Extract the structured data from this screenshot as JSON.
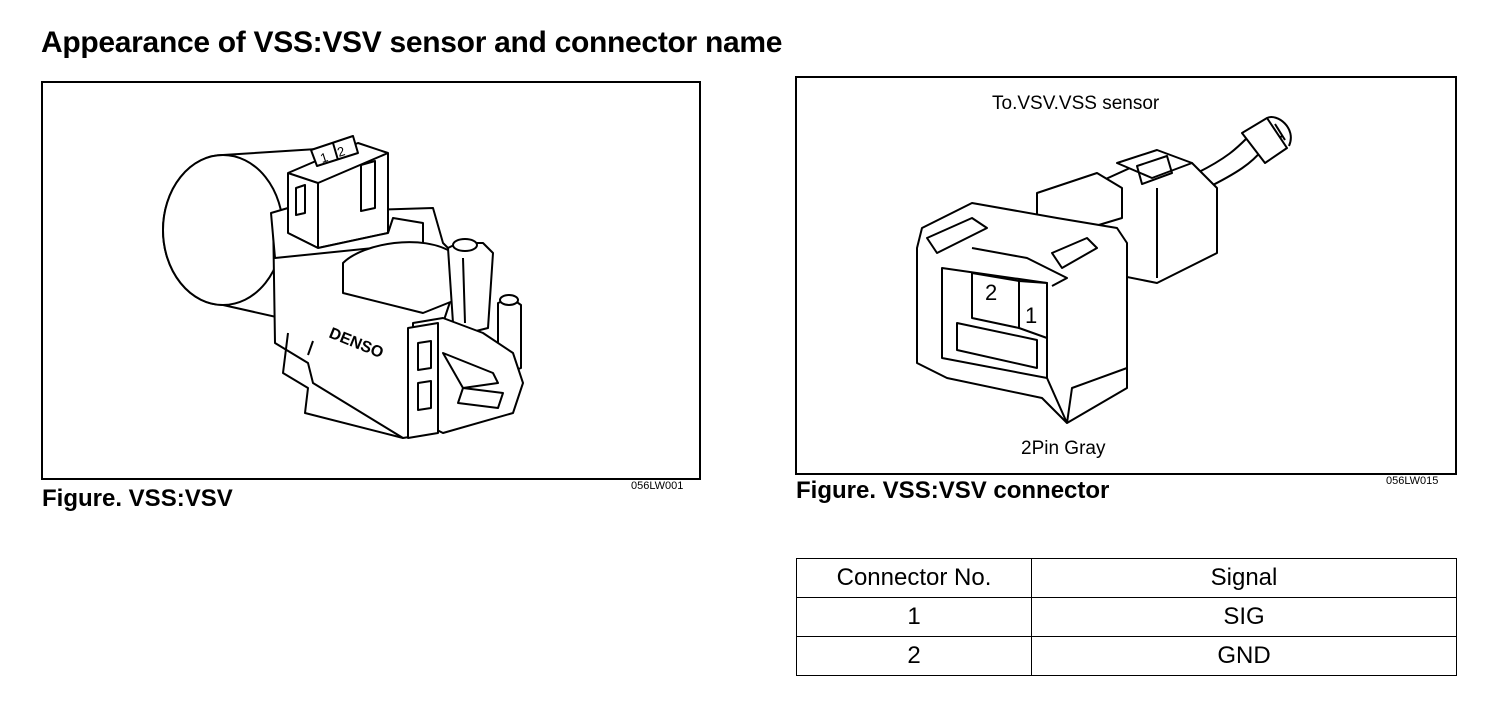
{
  "page": {
    "title": "Appearance of VSS:VSV sensor and connector name"
  },
  "figure_left": {
    "caption": "Figure. VSS:VSV",
    "code": "056LW001",
    "brand_label": "DENSO",
    "pin_labels": [
      "1",
      "2"
    ]
  },
  "figure_right": {
    "caption": "Figure. VSS:VSV connector",
    "code": "056LW015",
    "top_label": "To.VSV.VSS sensor",
    "bottom_label": "2Pin   Gray",
    "pin_labels": [
      "2",
      "1"
    ]
  },
  "pin_table": {
    "headers": [
      "Connector No.",
      "Signal"
    ],
    "rows": [
      [
        "1",
        "SIG"
      ],
      [
        "2",
        "GND"
      ]
    ]
  }
}
